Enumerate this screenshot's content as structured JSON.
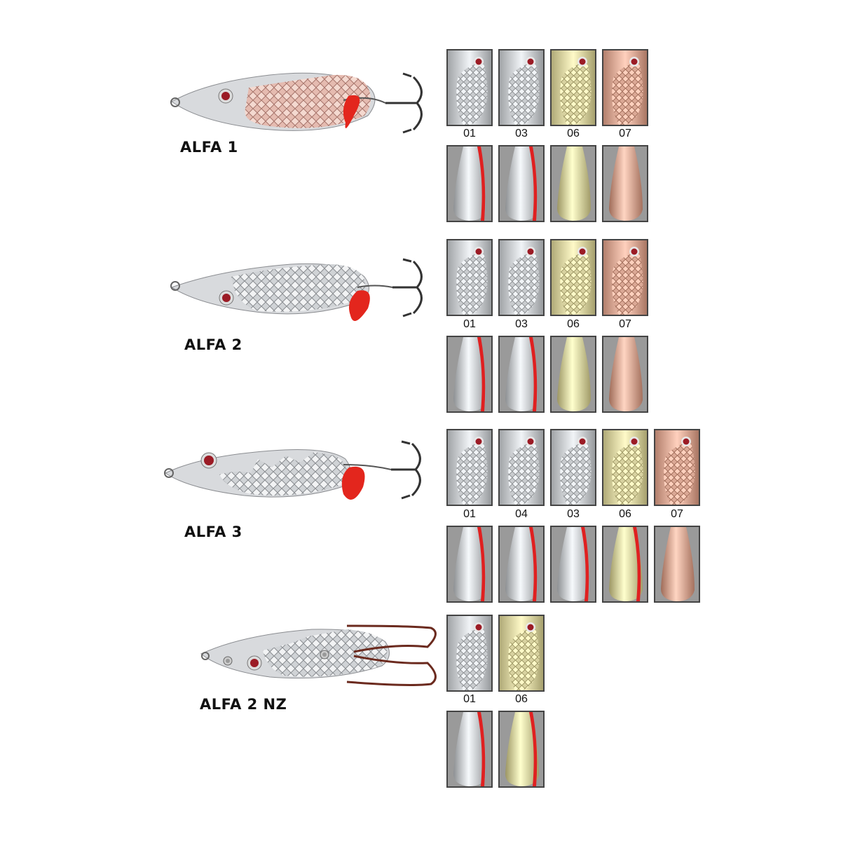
{
  "products": [
    {
      "name": "ALFA 1",
      "codes": [
        "01",
        "03",
        "06",
        "07"
      ],
      "finishes": [
        "silver",
        "silver",
        "gold",
        "copper"
      ]
    },
    {
      "name": "ALFA 2",
      "codes": [
        "01",
        "03",
        "06",
        "07"
      ],
      "finishes": [
        "silver",
        "silver",
        "gold",
        "copper"
      ]
    },
    {
      "name": "ALFA 3",
      "codes": [
        "01",
        "04",
        "03",
        "06",
        "07"
      ],
      "finishes": [
        "silver",
        "silver",
        "silver",
        "gold",
        "copper"
      ]
    },
    {
      "name": "ALFA 2 NZ",
      "codes": [
        "01",
        "06"
      ],
      "finishes": [
        "silver",
        "gold"
      ]
    }
  ],
  "colors": {
    "silver": "#c9cccf",
    "gold": "#d8d2a0",
    "copper": "#dba895",
    "stripe_red": "#e02020",
    "blade_red": "#e3261d",
    "eye_red": "#9b1b25"
  }
}
